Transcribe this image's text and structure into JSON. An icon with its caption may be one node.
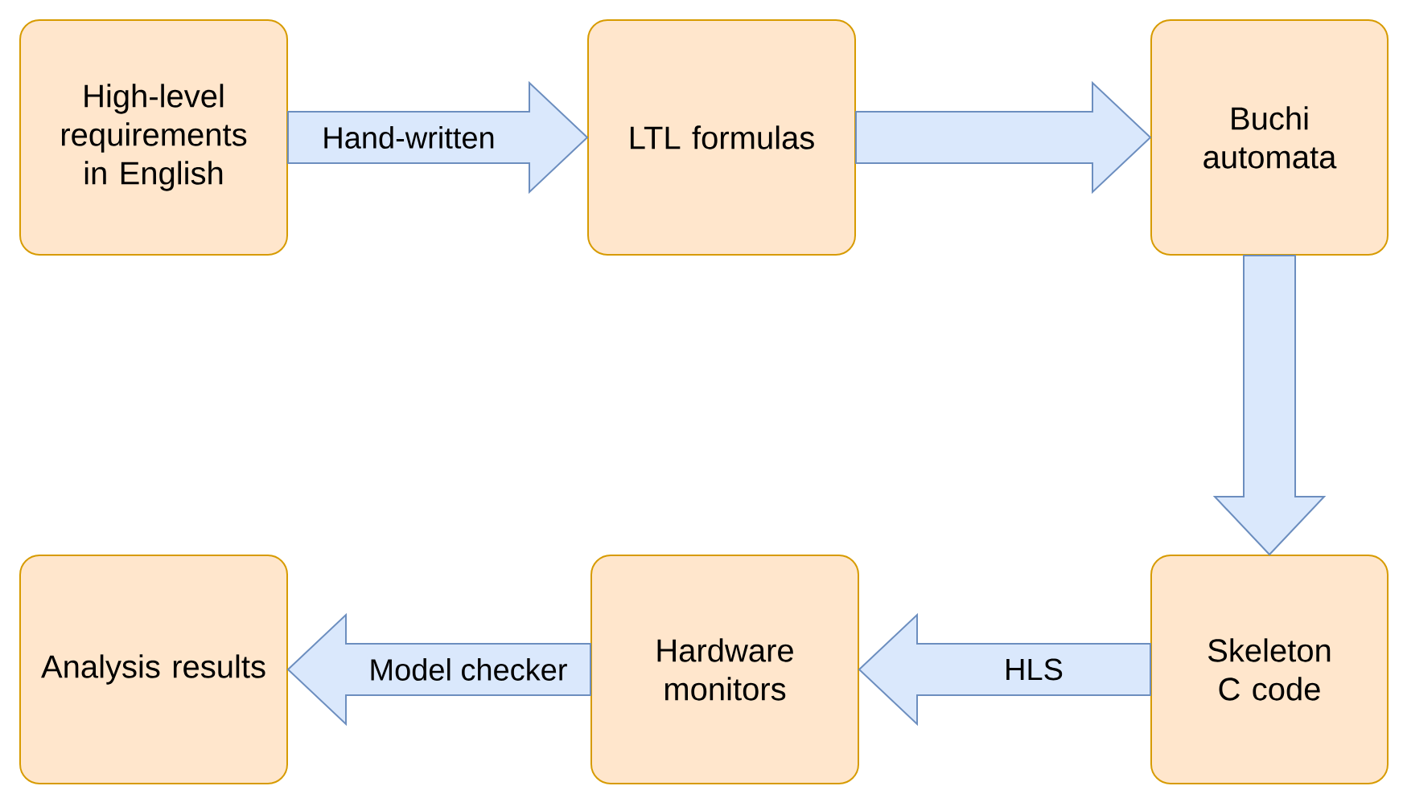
{
  "diagram": {
    "nodes": [
      {
        "text": [
          "High-level requirements in English"
        ]
      },
      {
        "text": [
          "LTL formulas"
        ]
      },
      {
        "text": [
          "Buchi automata"
        ]
      },
      {
        "text": [
          "Analysis results"
        ]
      },
      {
        "text": [
          "Hardware monitors"
        ]
      },
      {
        "text": [
          "Skeleton C code"
        ]
      }
    ],
    "edges": [
      {
        "from": 0,
        "to": 1,
        "arrow": "to",
        "label": "Hand-written"
      },
      {
        "from": 1,
        "to": 2,
        "arrow": "to"
      },
      {
        "from": 2,
        "to": 5,
        "arrow": "to"
      },
      {
        "from": 5,
        "to": 4,
        "arrow": "to",
        "label": "HLS"
      },
      {
        "from": 4,
        "to": 3,
        "arrow": "to",
        "label": "Model checker"
      }
    ]
  }
}
